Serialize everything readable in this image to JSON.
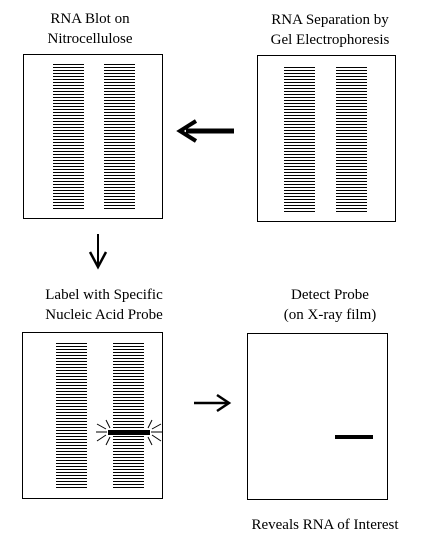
{
  "labels": {
    "blot": [
      "RNA Blot on",
      "Nitrocellulose"
    ],
    "separation": [
      "RNA Separation by",
      "Gel Electrophoresis"
    ],
    "label_probe": [
      "Label with Specific",
      "Nucleic Acid Probe"
    ],
    "detect": [
      "Detect Probe",
      "(on X-ray film)"
    ],
    "reveals": "Reveals RNA of Interest"
  },
  "colors": {
    "ink": "#000000",
    "background": "#ffffff"
  },
  "icons": [
    "arrow-left-icon",
    "arrow-down-icon",
    "arrow-right-icon",
    "probe-glow-icon"
  ]
}
